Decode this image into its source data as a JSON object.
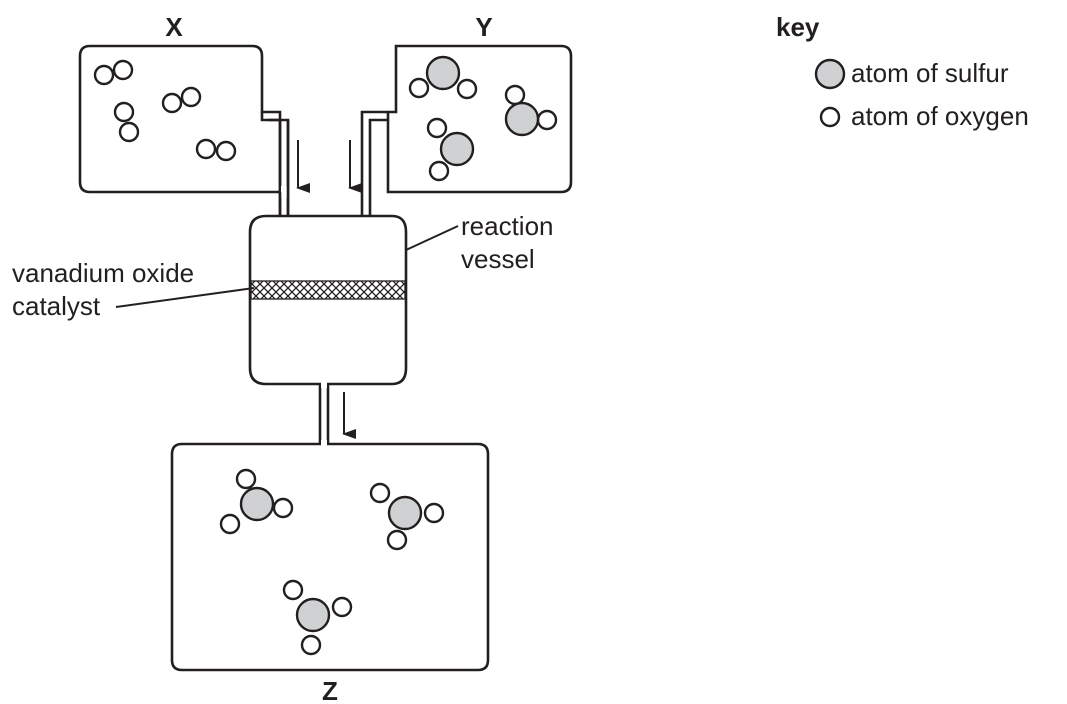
{
  "labels": {
    "container_x": "X",
    "container_y": "Y",
    "container_z": "Z",
    "reaction_vessel_line1": "reaction",
    "reaction_vessel_line2": "vessel",
    "catalyst_line1": "vanadium oxide",
    "catalyst_line2": "catalyst"
  },
  "key": {
    "title": "key",
    "items": [
      {
        "label": "atom of sulfur",
        "atom": "sulfur"
      },
      {
        "label": "atom of oxygen",
        "atom": "oxygen"
      }
    ]
  },
  "colors": {
    "sulfur_fill": "#d0d1d2",
    "oxygen_fill": "#ffffff",
    "line": "#231f20"
  },
  "contents": {
    "X": {
      "molecule": "O2",
      "count": 4
    },
    "Y": {
      "molecule": "SO2",
      "count": 3
    },
    "Z": {
      "molecule": "SO3",
      "count": 3
    }
  }
}
